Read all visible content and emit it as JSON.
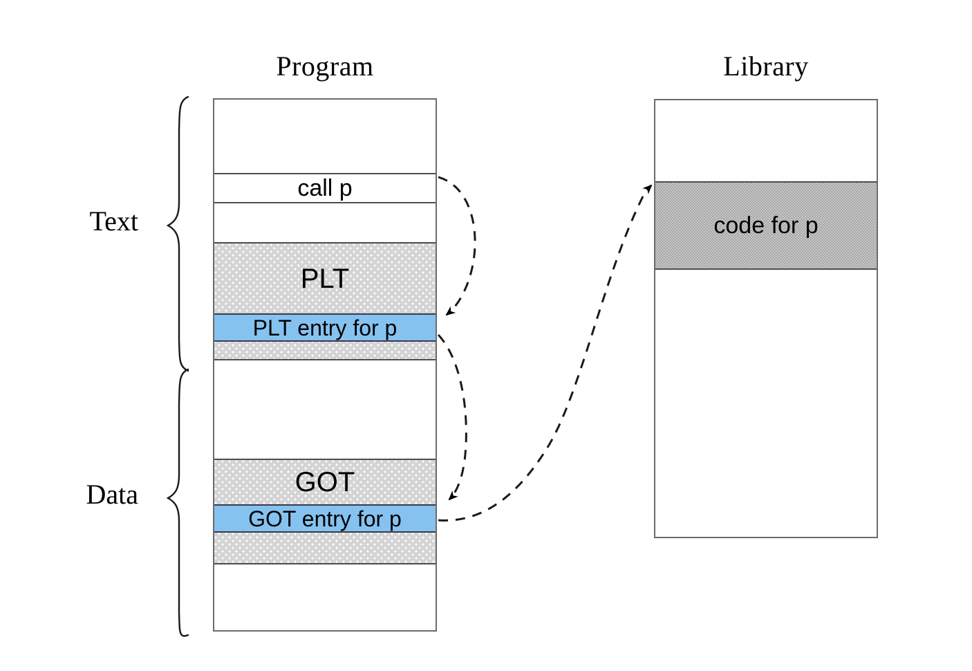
{
  "figure": {
    "title": "",
    "background_color": "#ffffff",
    "line_color": "#4d4d4d",
    "highlight_color": "#86c2f0",
    "stipple_color": "#d4d4d4",
    "checker_color": "#c6c6c6"
  },
  "columns": {
    "program": {
      "title": "Program",
      "segments": [
        {
          "label": "Text"
        },
        {
          "label": "Data"
        }
      ],
      "rows": [
        {
          "name": "call-p",
          "label": "call p",
          "fill": "white"
        },
        {
          "name": "plt-title",
          "label": "PLT",
          "fill": "stipple"
        },
        {
          "name": "plt-entry",
          "label": "PLT entry for p",
          "fill": "blue"
        },
        {
          "name": "plt-tail",
          "label": "",
          "fill": "stipple"
        },
        {
          "name": "got-title",
          "label": "GOT",
          "fill": "stipple"
        },
        {
          "name": "got-entry",
          "label": "GOT entry for p",
          "fill": "blue"
        },
        {
          "name": "got-tail",
          "label": "",
          "fill": "stipple"
        }
      ]
    },
    "library": {
      "title": "Library",
      "rows": [
        {
          "name": "code-for-p",
          "label": "code for p",
          "fill": "checker"
        }
      ]
    }
  },
  "arrows": [
    {
      "name": "call-to-plt-entry",
      "from": "call p",
      "to": "PLT entry for p",
      "style": "dashed"
    },
    {
      "name": "plt-to-got-entry",
      "from": "PLT entry for p",
      "to": "GOT entry for p",
      "style": "dashed"
    },
    {
      "name": "got-to-library",
      "from": "GOT entry for p",
      "to": "code for p",
      "style": "dashed"
    }
  ]
}
